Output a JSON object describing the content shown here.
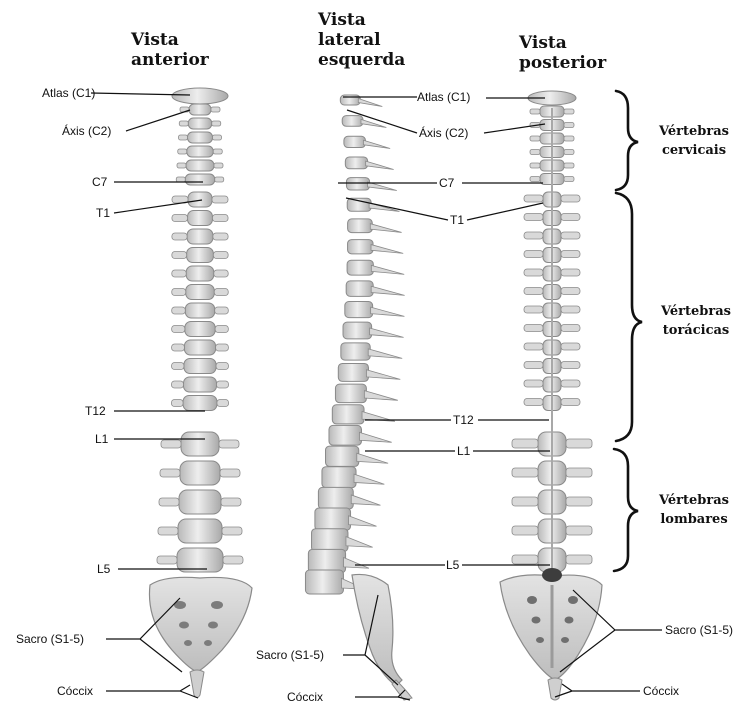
{
  "views": {
    "anterior": "Vista\nanterior",
    "lateral": "Vista\nlateral\nesquerda",
    "posterior": "Vista\nposterior"
  },
  "labels": {
    "atlas": "Atlas (C1)",
    "axis": "Áxis (C2)",
    "c7": "C7",
    "t1": "T1",
    "t12": "T12",
    "l1": "L1",
    "l5": "L5",
    "sacro": "Sacro (S1-5)",
    "coccix": "Cóccix"
  },
  "groups": {
    "cervical": "Vértebras\ncervicais",
    "thoracic": "Vértebras\ntorácicas",
    "lumbar": "Vértebras\nlombares"
  },
  "colors": {
    "bone_fill": "#d9d9d9",
    "bone_stroke": "#8a8a8a",
    "shadow": "#a8a8a8",
    "ink": "#111111"
  }
}
